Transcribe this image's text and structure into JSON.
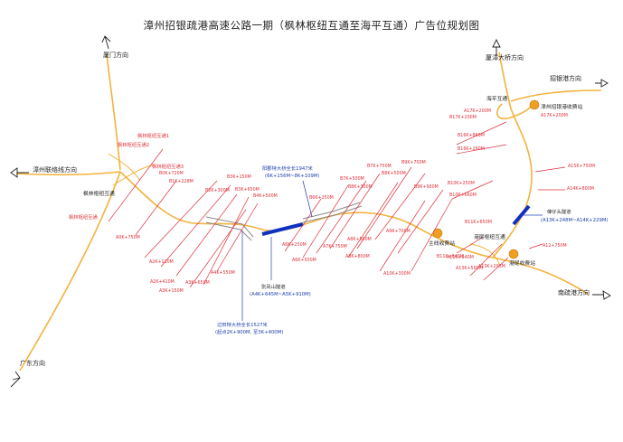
{
  "title": "漳州招银疏港高速公路一期（枫林枢纽互通至海平互通）广告位规划图",
  "colors": {
    "road": "#f2b33d",
    "board_line": "#e0303a",
    "board_text": "#e0303a",
    "tunnel": "#1030c0",
    "annotation": "#2040b0",
    "node": "#f0a020",
    "text": "#222222"
  },
  "directions": {
    "xiamen": "厦门方向",
    "zhangzhou_link": "漳州联络线方向",
    "guangdong": "广东方向",
    "xiazhang_bridge": "厦漳大桥方向",
    "zhaoyin_port": "招银港方向",
    "south_port": "南疏港方向"
  },
  "places": {
    "fenglin_hub": "枫林枢纽互通",
    "haiping": "海平互通",
    "zhaoyin_toll": "漳州招银港收费站",
    "zhuyi_toll": "主线收费站",
    "gangwei_hub": "港尾枢纽互通",
    "gangwei_toll": "港尾收费站",
    "beizitou_tunnel": "俾仔头隧道",
    "beizitou_span": "(A13K+248M~A14K+229M)",
    "zhangfeng_tunnel": "张凤山隧道",
    "zhangfeng_span": "(A4K+645M~A5K+910M)",
    "guotian_bridge": "过田特大桥全长1527米",
    "guotian_span": "(起点2K+900M, 至3K+400M)",
    "yangbu_bridge": "阳郡特大桥全长1947米",
    "yangbu_span": "(6K+156M~8K+109M)"
  },
  "ramps": [
    "枫林枢纽互通1",
    "枫林枢纽互通2",
    "枫林枢纽互通3",
    "枫林枢纽互通"
  ],
  "boards": [
    "B0K+720M",
    "B1K+228M",
    "A0K+750M",
    "B2K+300M",
    "B3K+150M",
    "B3K+650M",
    "B4K+500M",
    "A2K+110M",
    "A2K+410M",
    "A3K+150M",
    "A3K+650M",
    "A4K+550M",
    "B6K+250M",
    "A6K+250M",
    "A6K+500M",
    "B7K+500M",
    "A7K+750M",
    "A8K+500M",
    "B8K+300M",
    "B7K+750M",
    "B8K+500M",
    "A8K+800M",
    "B9K+700M",
    "A9K+700M",
    "B9K+900M",
    "A10K+300M",
    "B10K+250M",
    "B10K+660M",
    "B11K+650M",
    "A17K+200M",
    "B17K+200M",
    "A17K+200M",
    "B16K+860M",
    "B16K+260M",
    "A15K+750M",
    "A14K+800M",
    "A12+750M",
    "B11K+640M",
    "A11K+640M",
    "A13K+500M",
    "A13K+295M"
  ]
}
